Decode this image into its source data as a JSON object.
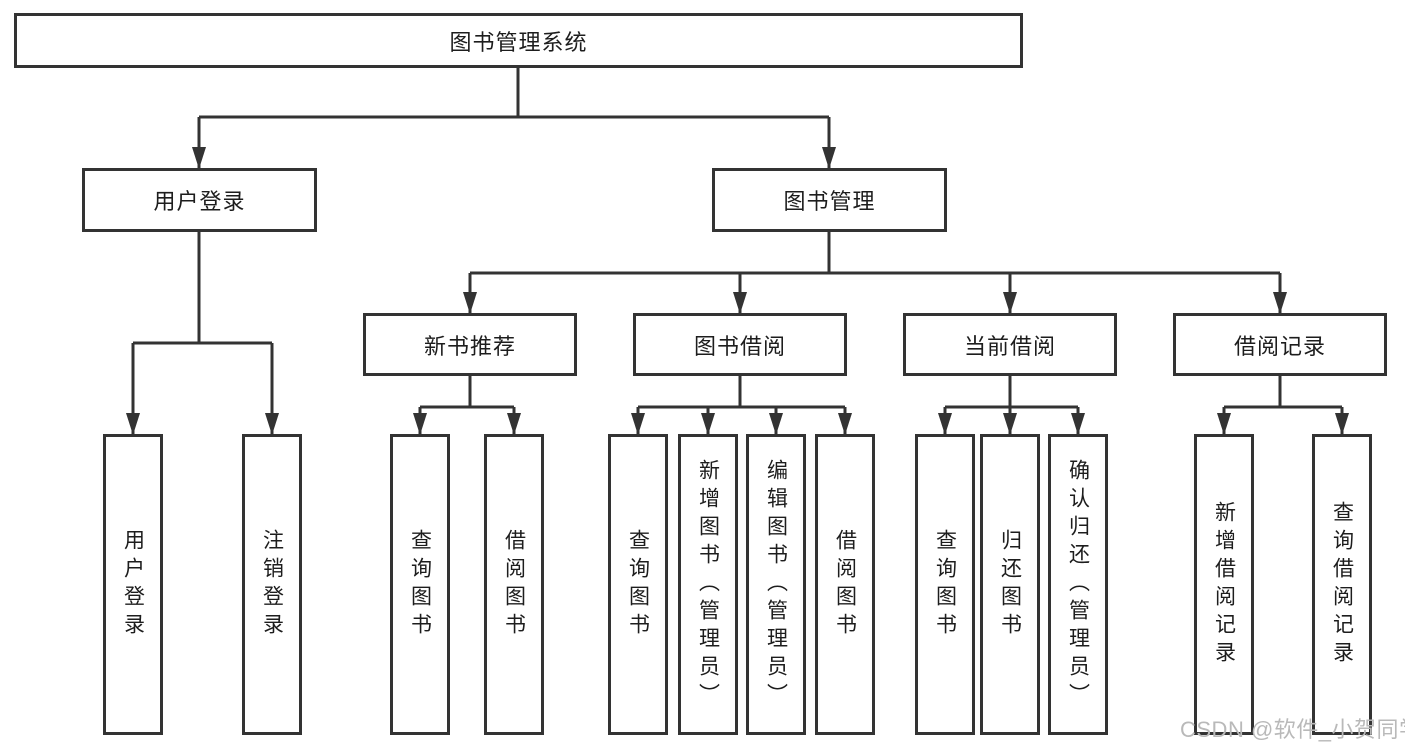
{
  "diagram": {
    "type": "hierarchy-tree",
    "root": {
      "label": "图书管理系统"
    },
    "level2": [
      {
        "label": "用户登录",
        "children": [
          {
            "label": "用户登录"
          },
          {
            "label": "注销登录"
          }
        ]
      },
      {
        "label": "图书管理",
        "children": [
          {
            "label": "新书推荐",
            "children": [
              {
                "label": "查询图书"
              },
              {
                "label": "借阅图书"
              }
            ]
          },
          {
            "label": "图书借阅",
            "children": [
              {
                "label": "查询图书"
              },
              {
                "label": "新增图书（管理员）"
              },
              {
                "label": "编辑图书（管理员）"
              },
              {
                "label": "借阅图书"
              }
            ]
          },
          {
            "label": "当前借阅",
            "children": [
              {
                "label": "查询图书"
              },
              {
                "label": "归还图书"
              },
              {
                "label": "确认归还（管理员）"
              }
            ]
          },
          {
            "label": "借阅记录",
            "children": [
              {
                "label": "新增借阅记录"
              },
              {
                "label": "查询借阅记录"
              }
            ]
          }
        ]
      }
    ]
  },
  "watermark": {
    "text": "CSDN @软件_小贺同学",
    "color": "#b9b9b9"
  },
  "colors": {
    "background": "#ffffff",
    "box_border": "#333333",
    "connector_line": "#333333",
    "text": "#1d1d1d"
  }
}
